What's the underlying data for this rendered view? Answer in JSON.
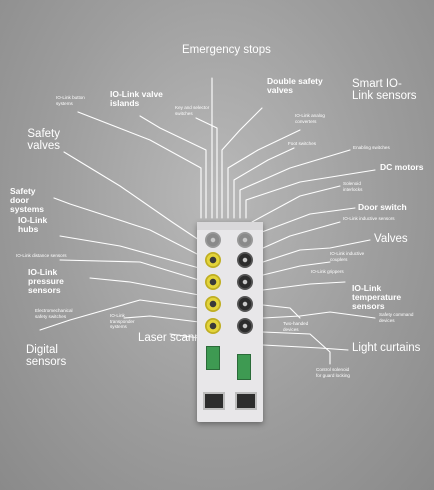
{
  "labels": {
    "emergency_stops": "Emergency stops",
    "smart_iolink_sensors": "Smart IO-Link sensors",
    "iolink_valve_islands": "IO-Link valve islands",
    "double_safety_valves": "Double safety valves",
    "safety_valves": "Safety valves",
    "safety_door_systems": "Safety door systems",
    "iolink_hubs": "IO-Link hubs",
    "dc_motors": "DC motors",
    "door_switch": "Door switch",
    "valves": "Valves",
    "iolink_pressure_sensors": "IO-Link pressure sensors",
    "iolink_temperature_sensors": "IO-Link temperature sensors",
    "laser_scanners": "Laser scanners",
    "digital_sensors": "Digital sensors",
    "light_curtains": "Light curtains",
    "iolink_button_systems": "IO-Link button systems",
    "key_selector_switches": "Key and selector switches",
    "iolink_analog_converters": "IO-Link analog converters",
    "foot_switches": "Foot switches",
    "enabling_switches": "Enabling switches",
    "solenoid_interlocks": "Solenoid interlocks",
    "iolink_inductive_sensors": "IO-Link inductive sensors",
    "iolink_inductive_couplers": "IO-Link inductive couplers",
    "iolink_grippers": "IO-Link grippers",
    "iolink_distance_sensors": "IO-Link distance sensors",
    "electromechanical_safety_switches": "Electromechanical safety switches",
    "iolink_transponder_systems": "IO-Link transponder systems",
    "two_handed_devices": "Two-handed devices",
    "safety_command_devices": "Safety command devices",
    "control_solenoid_guard_locking": "Control solenoid for guard locking"
  },
  "colors": {
    "background": "#a3a3a3",
    "lines": "#ffffff",
    "port_yellow": "#e3d43a",
    "terminal_green": "#3e9a52",
    "housing": "#e8e7e9"
  }
}
